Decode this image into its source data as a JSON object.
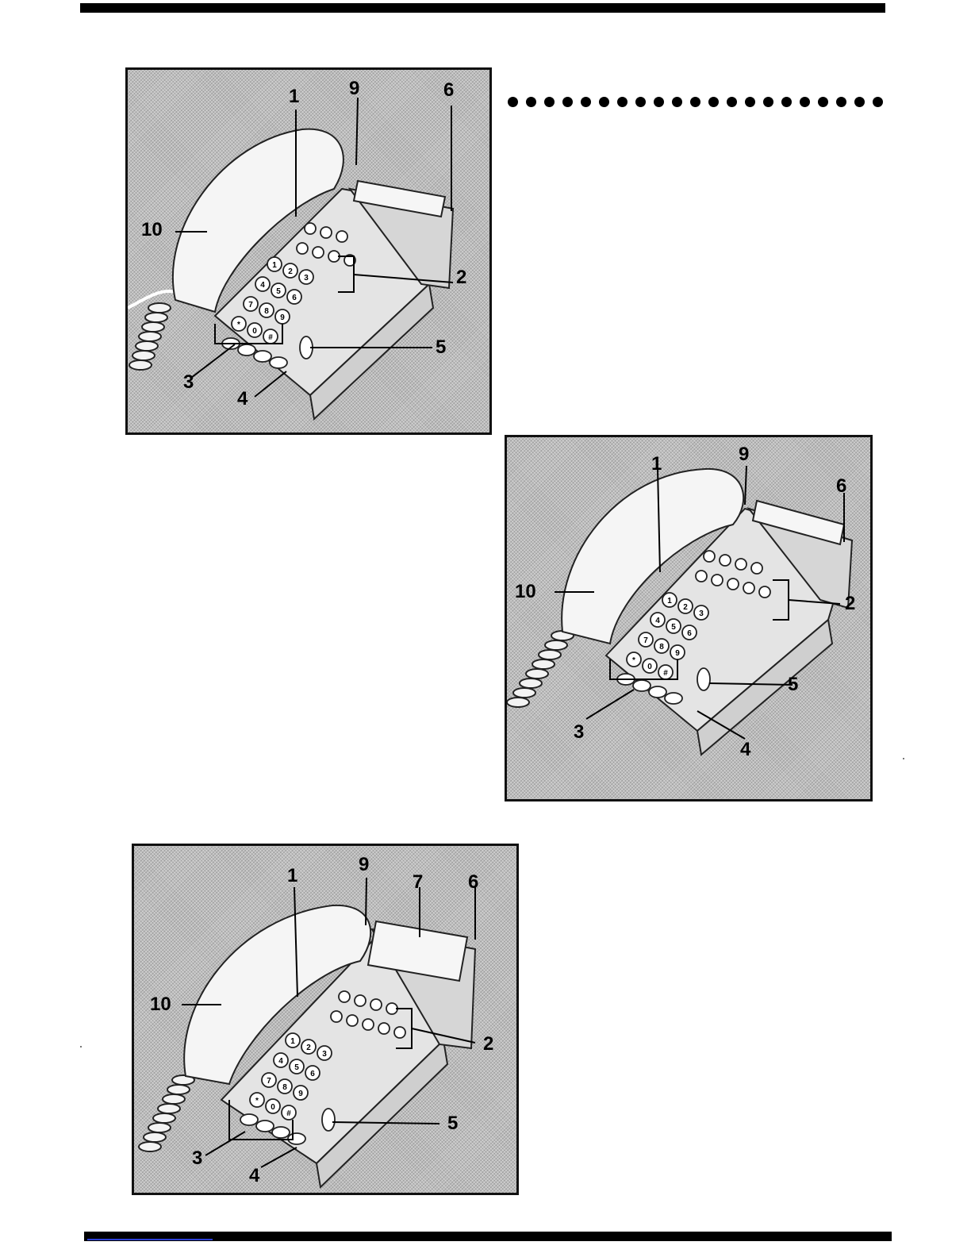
{
  "figures": [
    {
      "id": "fig-1",
      "callouts": {
        "c1": "1",
        "c2": "2",
        "c3": "3",
        "c4": "4",
        "c5": "5",
        "c6": "6",
        "c9": "9",
        "c10": "10"
      },
      "keypad": {
        "k1": "1",
        "k2": "2",
        "k3": "3",
        "k4": "4",
        "k5": "5",
        "k6": "6",
        "k7": "7",
        "k8": "8",
        "k9": "9",
        "kstar": "*",
        "k0": "0",
        "khash": "#"
      }
    },
    {
      "id": "fig-2",
      "callouts": {
        "c1": "1",
        "c2": "2",
        "c3": "3",
        "c4": "4",
        "c5": "5",
        "c6": "6",
        "c9": "9",
        "c10": "10"
      },
      "keypad": {
        "k1": "1",
        "k2": "2",
        "k3": "3",
        "k4": "4",
        "k5": "5",
        "k6": "6",
        "k7": "7",
        "k8": "8",
        "k9": "9",
        "kstar": "*",
        "k0": "0",
        "khash": "#"
      }
    },
    {
      "id": "fig-3",
      "callouts": {
        "c1": "1",
        "c2": "2",
        "c3": "3",
        "c4": "4",
        "c5": "5",
        "c6": "6",
        "c7": "7",
        "c9": "9",
        "c10": "10"
      },
      "keypad": {
        "k1": "1",
        "k2": "2",
        "k3": "3",
        "k4": "4",
        "k5": "5",
        "k6": "6",
        "k7": "7",
        "k8": "8",
        "k9": "9",
        "kstar": "*",
        "k0": "0",
        "khash": "#"
      }
    }
  ],
  "colors": {
    "rule": "#000000",
    "figure_bg": "#bdbdbd",
    "phone_body": "#ececec",
    "link_underline": "#2c3fd6"
  }
}
